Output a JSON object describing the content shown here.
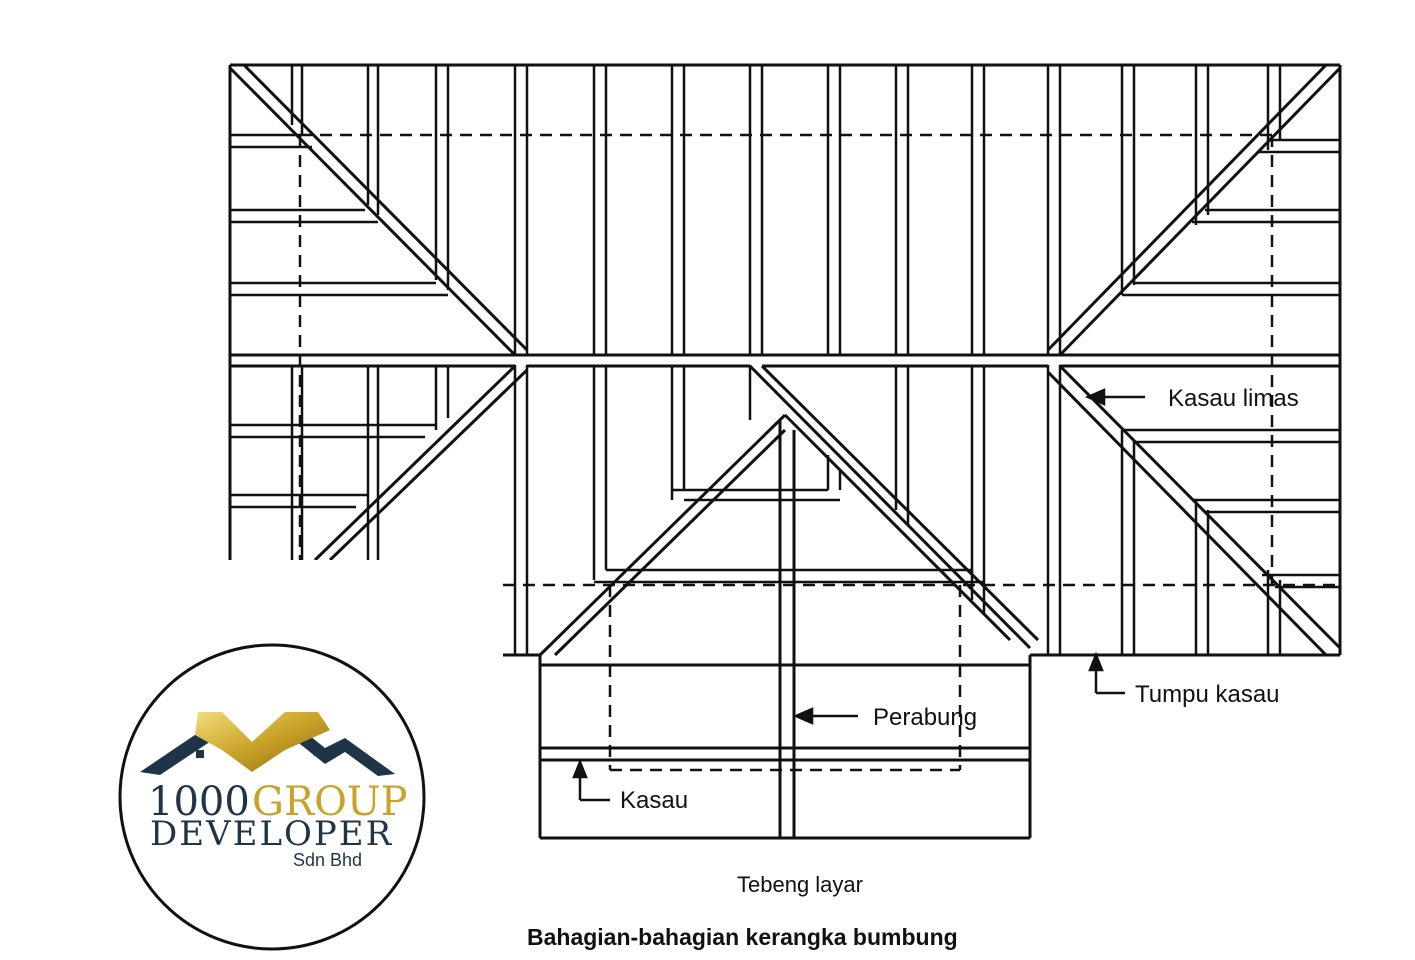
{
  "diagram": {
    "labels": {
      "hip_rafter": "Kasau limas",
      "wall_plate": "Tumpu kasau",
      "ridge": "Perabung",
      "rafter": "Kasau"
    },
    "gable_caption": "Tebeng layar",
    "caption": "Bahagian-bahagian kerangka bumbung"
  },
  "logo": {
    "line1_number": "1000",
    "line1_word": "GROUP",
    "line2": "DEVELOPER",
    "line3": "Sdn Bhd"
  },
  "colors": {
    "line": "#111111",
    "gold": "#c9a227",
    "navy": "#1f3446"
  },
  "icons": [
    "arrow-left-icon",
    "house-roof-icon"
  ]
}
